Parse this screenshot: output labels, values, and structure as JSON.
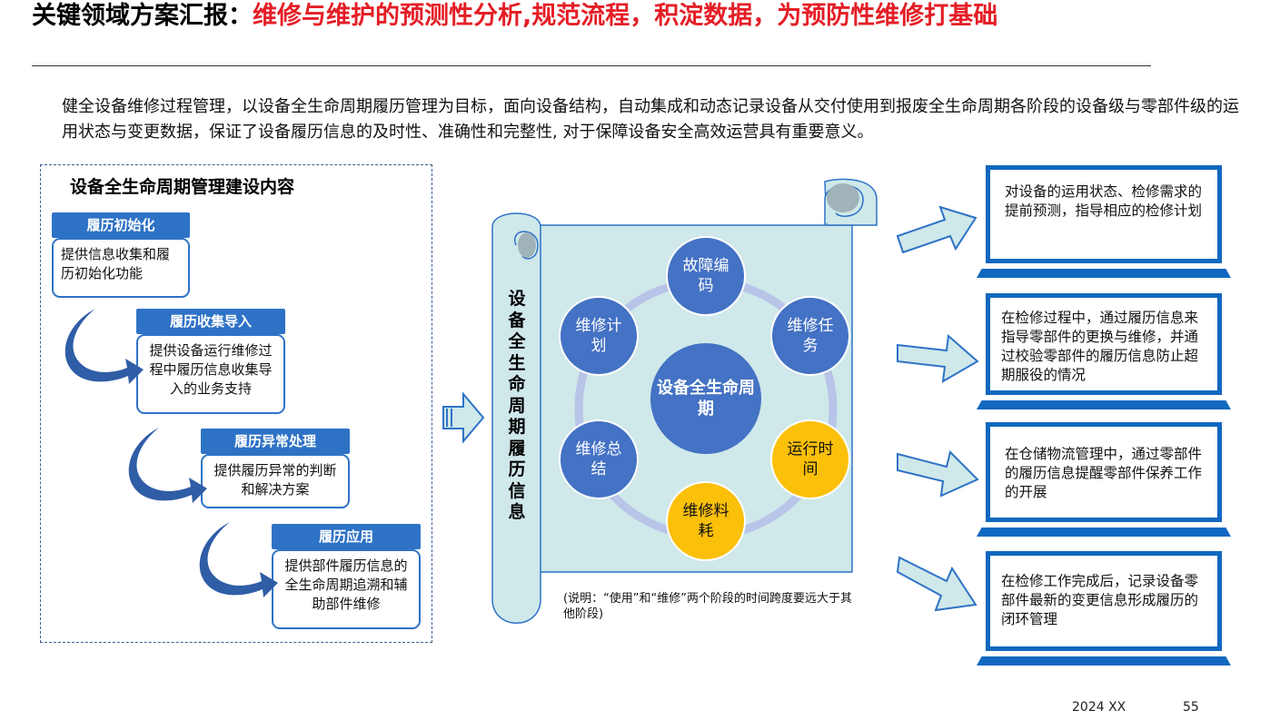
{
  "header": {
    "title_black": "关键领域方案汇报：",
    "title_red": "维修与维护的预测性分析,规范流程，积淀数据，为预防性维修打基础"
  },
  "intro": "健全设备维修过程管理，以设备全生命周期履历管理为目标，面向设备结构，自动集成和动态记录设备从交付使用到报废全生命周期各阶段的设备级与零部件级的运用状态与变更数据，保证了设备履历信息的及时性、准确性和完整性, 对于保障设备安全高效运营具有重要意义。",
  "left_panel": {
    "heading": "设备全生命周期管理建设内容",
    "steps": [
      {
        "label": "履历初始化",
        "desc": "提供信息收集和履历初始化功能"
      },
      {
        "label": "履历收集导入",
        "desc": "提供设备运行维修过程中履历信息收集导入的业务支持"
      },
      {
        "label": "履历异常处理",
        "desc": "提供履历异常的判断和解决方案"
      },
      {
        "label": "履历应用",
        "desc": "提供部件履历信息的全生命周期追溯和辅助部件维修"
      }
    ]
  },
  "scroll": {
    "vertical_title": "设备全生命周期履历信息",
    "center": "设备全生命周期",
    "nodes": [
      {
        "text": "故障编码",
        "color": "blue"
      },
      {
        "text": "维修任务",
        "color": "blue"
      },
      {
        "text": "运行时间",
        "color": "gold"
      },
      {
        "text": "维修料耗",
        "color": "gold"
      },
      {
        "text": "维修总结",
        "color": "blue"
      },
      {
        "text": "维修计划",
        "color": "blue"
      }
    ],
    "note": "(说明：“使用”和“维修”两个阶段的时间跨度要远大于其他阶段)"
  },
  "monitors": [
    "对设备的运用状态、检修需求的提前预测，指导相应的检修计划",
    "在检修过程中，通过履历信息来指导零部件的更换与维修，并通过校验零部件的履历信息防止超期服役的情况",
    "在仓储物流管理中，通过零部件的履历信息提醒零部件保养工作的开展",
    "在检修工作完成后，记录设备零部件最新的变更信息形成履历的闭环管理"
  ],
  "footer": {
    "date": "2024 XX",
    "page": "55"
  },
  "colors": {
    "accent_blue": "#2e72c6",
    "node_blue": "#4472c4",
    "node_gold": "#fbc00a",
    "scroll_fill": "#cfe8ea",
    "title_red": "#e41e26"
  }
}
